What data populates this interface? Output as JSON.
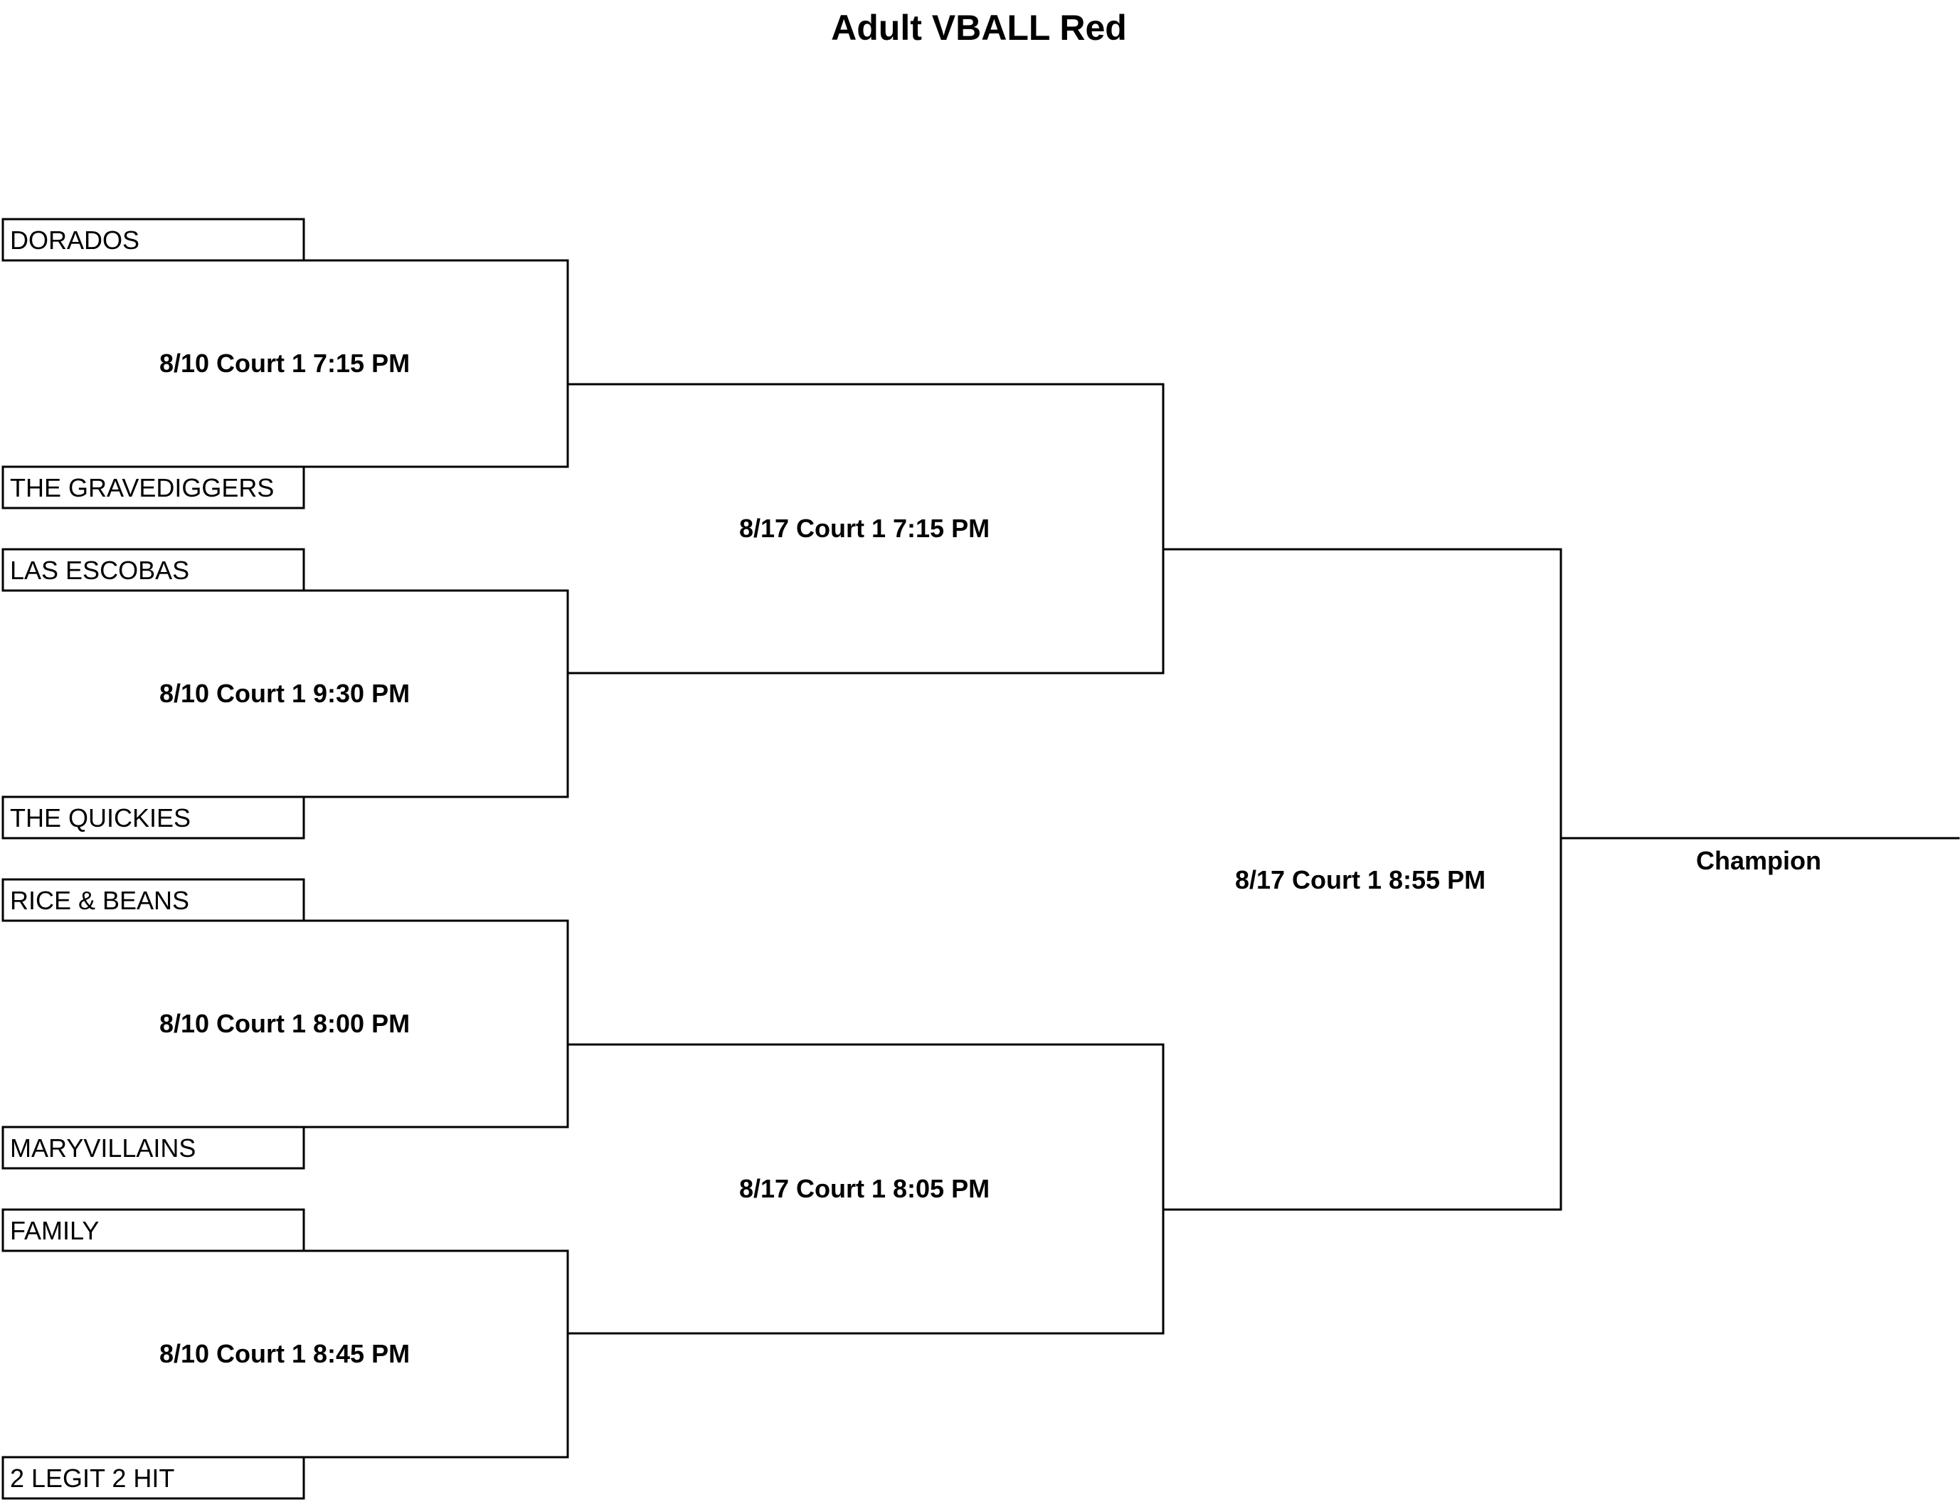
{
  "title": "Adult VBALL Red",
  "round1": {
    "teams": [
      "DORADOS",
      "THE GRAVEDIGGERS",
      "LAS ESCOBAS",
      "THE QUICKIES",
      "RICE & BEANS",
      "MARYVILLAINS",
      "FAMILY",
      "2 LEGIT 2 HIT"
    ],
    "matches": [
      "8/10 Court 1 7:15 PM",
      "8/10 Court 1 9:30 PM",
      "8/10 Court 1 8:00 PM",
      "8/10 Court 1 8:45 PM"
    ]
  },
  "semifinals": {
    "matches": [
      "8/17 Court 1 7:15 PM",
      "8/17 Court 1 8:05 PM"
    ]
  },
  "final": {
    "match": "8/17 Court 1 8:55 PM",
    "champion_label": "Champion"
  }
}
